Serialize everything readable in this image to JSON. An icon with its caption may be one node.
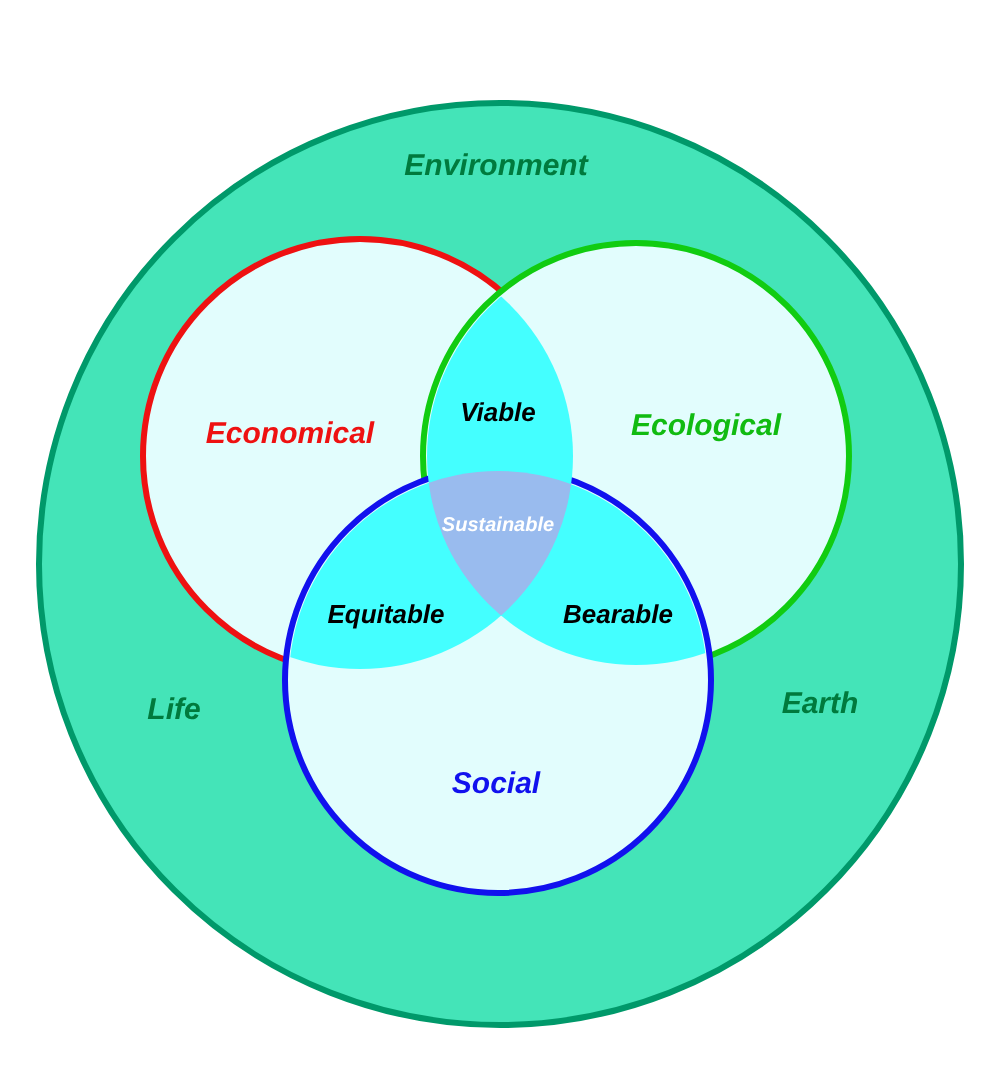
{
  "diagram": {
    "nodes": [
      {
        "text": [
          "Environment",
          "Life",
          "Earth"
        ]
      },
      {
        "text": [
          "Economical"
        ],
        "in": 0
      },
      {
        "text": [
          "Ecological"
        ],
        "in": 0
      },
      {
        "text": [
          "Social"
        ],
        "in": 0
      }
    ],
    "labels": [
      "Viable",
      "Sustainable",
      "Equitable",
      "Bearable"
    ]
  }
}
